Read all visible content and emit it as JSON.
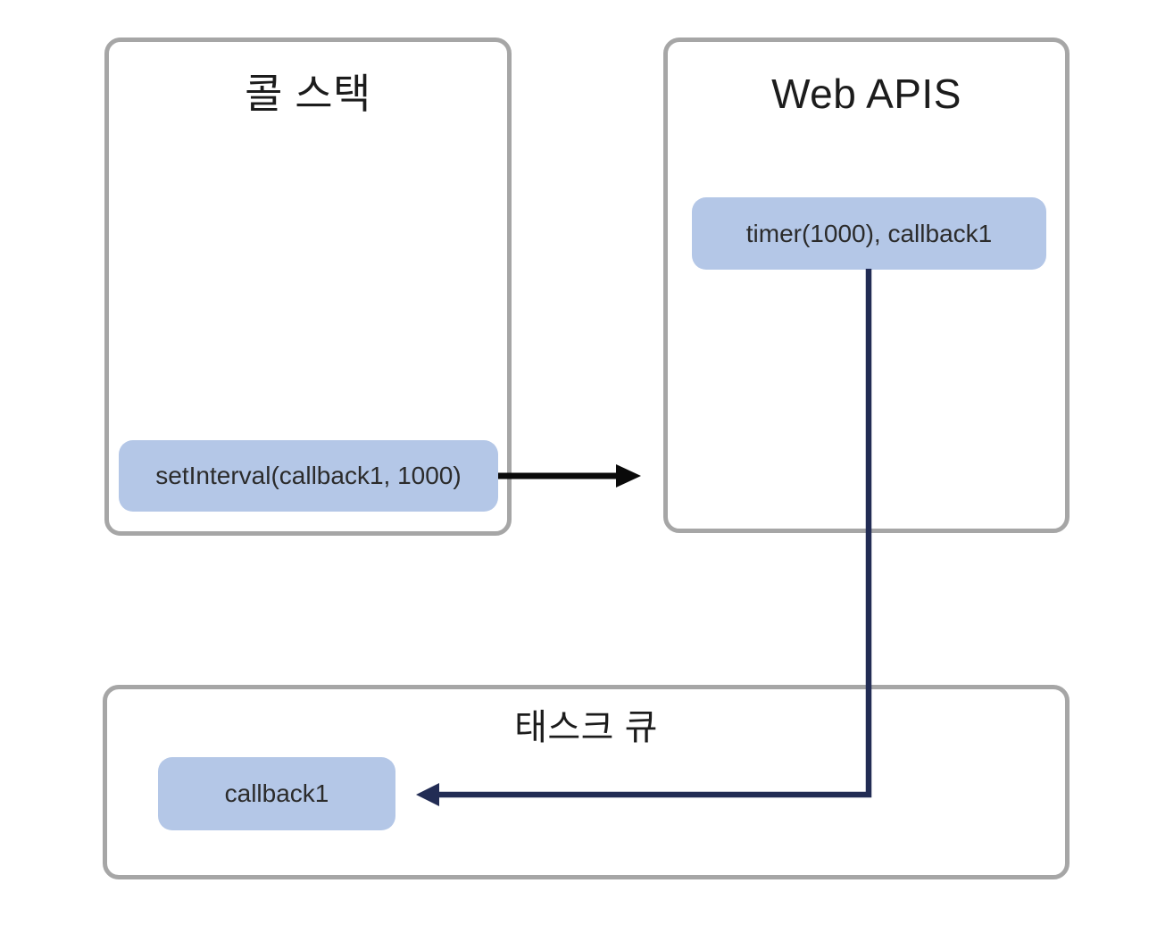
{
  "call_stack": {
    "title": "콜 스택",
    "chip": "setInterval(callback1, 1000)"
  },
  "web_apis": {
    "title": "Web APIS",
    "chip": "timer(1000), callback1"
  },
  "task_queue": {
    "title": "태스크 큐",
    "chip": "callback1"
  },
  "arrows": [
    {
      "name": "callstack-to-webapis-arrow",
      "from": "setInterval(callback1, 1000)",
      "to": "Web APIS",
      "color": "#0a0a0a",
      "shape": "straight-right"
    },
    {
      "name": "timer-to-taskqueue-arrow",
      "from": "timer(1000), callback1",
      "to": "callback1",
      "color": "#222c54",
      "shape": "down-then-left"
    }
  ],
  "colors": {
    "box_border": "#a6a6a6",
    "chip_fill": "#b4c7e7",
    "title_text": "#1c1c1c",
    "chip_text": "#2b2b2b",
    "arrow_black": "#0a0a0a",
    "arrow_navy": "#222c54",
    "background": "#ffffff"
  }
}
